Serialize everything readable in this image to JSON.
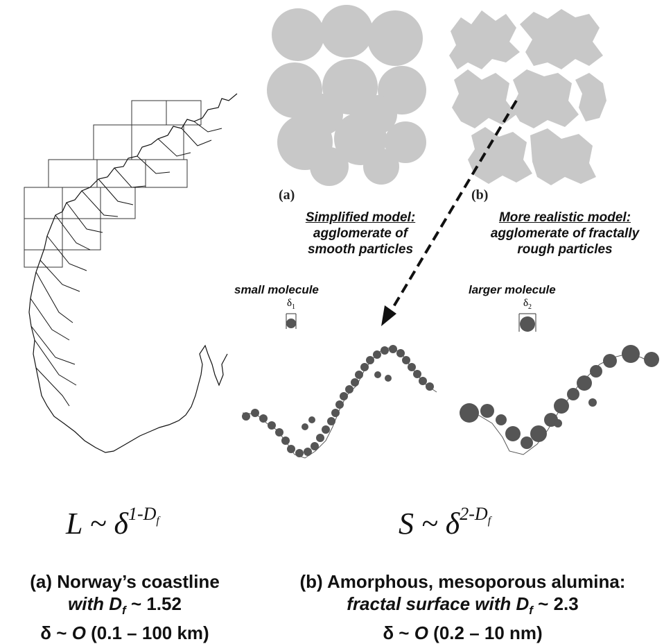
{
  "panel_a_label": "(a)",
  "panel_b_label": "(b)",
  "model_a": {
    "title": "Simplified model:",
    "line1": "agglomerate of",
    "line2": "smooth particles"
  },
  "model_b": {
    "title": "More realistic model:",
    "line1": "agglomerate of fractally",
    "line2": "rough particles"
  },
  "probe_small": {
    "label": "small molecule",
    "symbol": "δ",
    "index": "1"
  },
  "probe_large": {
    "label": "larger molecule",
    "symbol": "δ",
    "index": "2"
  },
  "formula_left": {
    "base": "L ~ δ",
    "exp_pre": "1-D",
    "exp_sub": "f"
  },
  "formula_right": {
    "base": "S ~ δ",
    "exp_pre": "2-D",
    "exp_sub": "f"
  },
  "caption_left": {
    "line1": "(a) Norway’s coastline",
    "line2_italic": "with D",
    "line2_sub": "f",
    "line2_rest": " ~ 1.52",
    "line3_pre": "δ ~ ",
    "line3_italic": "O",
    "line3_rest": " (0.1 – 100 km)"
  },
  "caption_right": {
    "line1": "(b) Amorphous, mesoporous alumina:",
    "line2_italic": "fractal surface with D",
    "line2_sub": "f",
    "line2_rest": " ~ 2.3",
    "line3_pre": "δ ~ ",
    "line3_italic": "O",
    "line3_rest": " (0.2 – 10 nm)"
  },
  "colors": {
    "particle": "#c8c8c8",
    "adsorbate": "#555555",
    "outline": "#222222"
  }
}
